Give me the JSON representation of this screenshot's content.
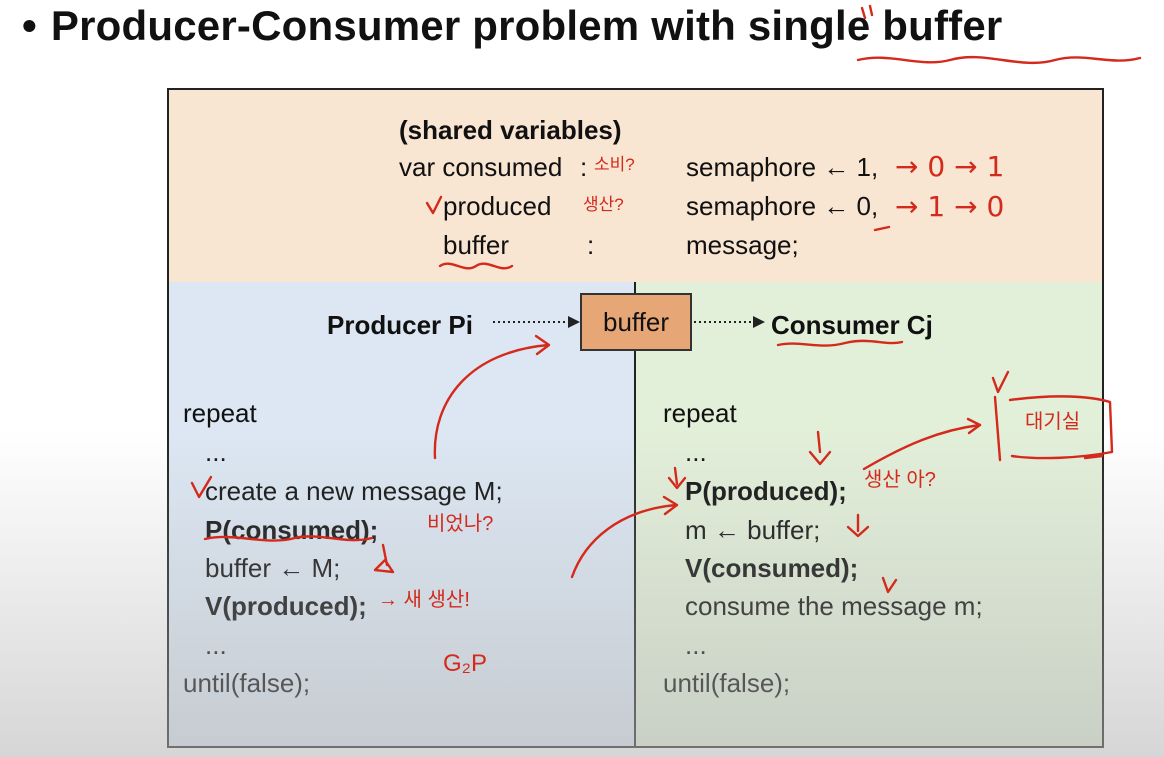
{
  "slide": {
    "bullet": "•",
    "title": "Producer-Consumer problem with single buffer"
  },
  "shared": {
    "heading": "(shared variables)",
    "rows": [
      {
        "name": "var consumed",
        "colon": ":",
        "value": "semaphore ← 1,"
      },
      {
        "name": "produced",
        "colon": "",
        "value": "semaphore ← 0,"
      },
      {
        "name": "buffer",
        "colon": ":",
        "value": "message;"
      }
    ]
  },
  "flow": {
    "producer": "Producer Pi",
    "buffer": "buffer",
    "consumer": "Consumer Cj"
  },
  "producer_code": [
    "repeat",
    "...",
    "create a new message M;",
    "P(consumed);",
    "buffer ← M;",
    "V(produced);",
    "...",
    "until(false);"
  ],
  "consumer_code": [
    "repeat",
    "...",
    "P(produced);",
    "m ← buffer;",
    "V(consumed);",
    "consume the message m;",
    "...",
    "until(false);"
  ],
  "annotations": {
    "ink_color": "#d42a1c",
    "consumed_trace": "→ 0 → 1",
    "produced_trace": "→ 1 → 0",
    "consumed_note": "소비?",
    "produced_note": "생산?",
    "wait_note": "대기실",
    "p_consumed_note": "비었나?",
    "v_produced_note": "→ 새 생산!",
    "p_produced_note": "생산 아?",
    "corner_note": "G₂P"
  },
  "colors": {
    "shared_bg": "#f8e5d2",
    "producer_bg": "#dce7f3",
    "consumer_bg": "#e2efd9",
    "buffer_bg": "#e6a676"
  }
}
